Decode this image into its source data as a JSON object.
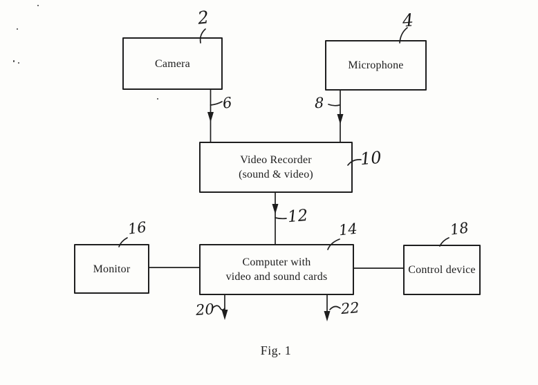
{
  "figure": {
    "caption": "Fig. 1"
  },
  "palette": {
    "ink": "#1e1e1e",
    "paper": "#fdfdfb"
  },
  "boxes": [
    {
      "name": "camera",
      "lines": [
        "Camera"
      ],
      "ref": "2"
    },
    {
      "name": "microphone",
      "lines": [
        "Microphone"
      ],
      "ref": "4"
    },
    {
      "name": "video-recorder",
      "lines": [
        "Video Recorder",
        "(sound & video)"
      ],
      "ref": "10"
    },
    {
      "name": "computer",
      "lines": [
        "Computer with",
        "video and sound cards"
      ],
      "ref": "14"
    },
    {
      "name": "monitor",
      "lines": [
        "Monitor"
      ],
      "ref": "16"
    },
    {
      "name": "control-device",
      "lines": [
        "Control device"
      ],
      "ref": "18"
    }
  ],
  "refs": [
    {
      "value": "2",
      "points_to": "camera-box"
    },
    {
      "value": "4",
      "points_to": "microphone-box"
    },
    {
      "value": "6",
      "points_to": "camera-to-recorder-arrow"
    },
    {
      "value": "8",
      "points_to": "microphone-to-recorder-arrow"
    },
    {
      "value": "10",
      "points_to": "video-recorder-box"
    },
    {
      "value": "12",
      "points_to": "recorder-to-computer-arrow"
    },
    {
      "value": "14",
      "points_to": "computer-box"
    },
    {
      "value": "16",
      "points_to": "monitor-box"
    },
    {
      "value": "18",
      "points_to": "control-device-box"
    },
    {
      "value": "20",
      "points_to": "computer-output-left-arrow"
    },
    {
      "value": "22",
      "points_to": "computer-output-right-arrow"
    }
  ],
  "connections": [
    {
      "from": "camera",
      "to": "video-recorder",
      "type": "arrow",
      "ref": "6"
    },
    {
      "from": "microphone",
      "to": "video-recorder",
      "type": "arrow",
      "ref": "8"
    },
    {
      "from": "video-recorder",
      "to": "computer",
      "type": "arrow",
      "ref": "12"
    },
    {
      "from": "monitor",
      "to": "computer",
      "type": "line"
    },
    {
      "from": "computer",
      "to": "control-device",
      "type": "line"
    },
    {
      "from": "computer",
      "to": "output-down-left",
      "type": "arrow",
      "ref": "20"
    },
    {
      "from": "computer",
      "to": "output-down-right",
      "type": "arrow",
      "ref": "22"
    }
  ]
}
